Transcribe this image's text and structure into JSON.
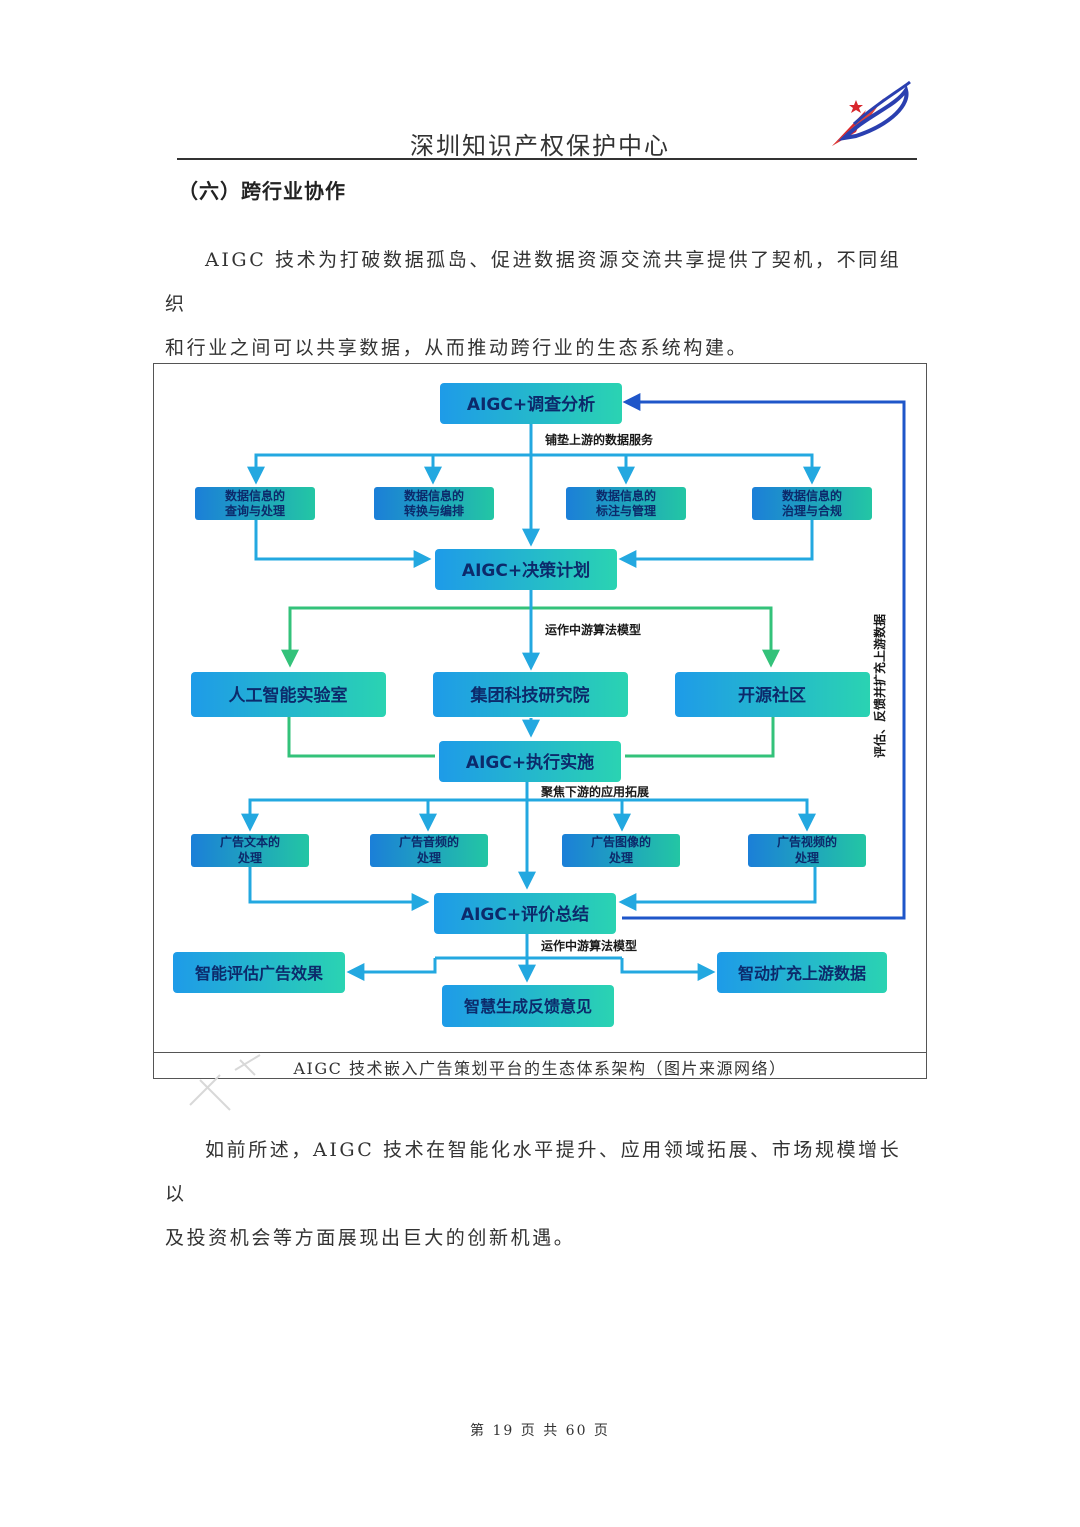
{
  "header": {
    "title": "深圳知识产权保护中心"
  },
  "section": {
    "heading": "（六）跨行业协作"
  },
  "paragraphs": {
    "p1_line1": "AIGC 技术为打破数据孤岛、促进数据资源交流共享提供了契机，不同组织",
    "p1_line2": "和行业之间可以共享数据，从而推动跨行业的生态系统构建。",
    "p2_line1": "如前所述，AIGC 技术在智能化水平提升、应用领域拓展、市场规模增长以",
    "p2_line2": "及投资机会等方面展现出巨大的创新机遇。"
  },
  "diagram": {
    "colors": {
      "node_blue": "#1e9be8",
      "node_teal": "#2ad3b2",
      "arrow_blue": "#23a8e0",
      "arrow_green": "#33c27a",
      "feedback_blue": "#1f56c9"
    },
    "nodes": {
      "n_survey": "AIGC+调查分析",
      "n_decision": "AIGC+决策计划",
      "n_execute": "AIGC+执行实施",
      "n_evaluate": "AIGC+评价总结",
      "d1_a": "数据信息的",
      "d1_b": "查询与处理",
      "d2_a": "数据信息的",
      "d2_b": "转换与编排",
      "d3_a": "数据信息的",
      "d3_b": "标注与管理",
      "d4_a": "数据信息的",
      "d4_b": "治理与合规",
      "lab_ai": "人工智能实验室",
      "lab_group": "集团科技研究院",
      "lab_open": "开源社区",
      "ad1_a": "广告文本的",
      "ad1_b": "处理",
      "ad2_a": "广告音频的",
      "ad2_b": "处理",
      "ad3_a": "广告图像的",
      "ad3_b": "处理",
      "ad4_a": "广告视频的",
      "ad4_b": "处理",
      "out_eval": "智能评估广告效果",
      "out_feedback": "智慧生成反馈意见",
      "out_expand": "智动扩充上游数据"
    },
    "labels": {
      "upstream": "铺垫上游的数据服务",
      "midstream1": "运作中游算法模型",
      "downstream": "聚焦下游的应用拓展",
      "midstream2": "运作中游算法模型",
      "feedback": "评估、反馈并扩充上游数据"
    }
  },
  "figure": {
    "caption": "AIGC 技术嵌入广告策划平台的生态体系架构（图片来源网络）"
  },
  "footer": {
    "page": "第 19 页 共 60 页"
  }
}
